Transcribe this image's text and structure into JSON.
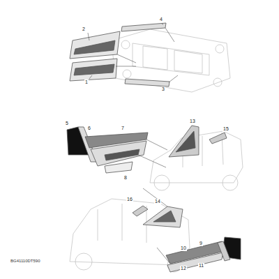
{
  "diagram": {
    "labels": [
      "1",
      "2",
      "3",
      "4",
      "5",
      "6",
      "7",
      "8",
      "9",
      "10",
      "11",
      "12",
      "13",
      "14",
      "15",
      "16",
      "BG41110DT590"
    ]
  }
}
